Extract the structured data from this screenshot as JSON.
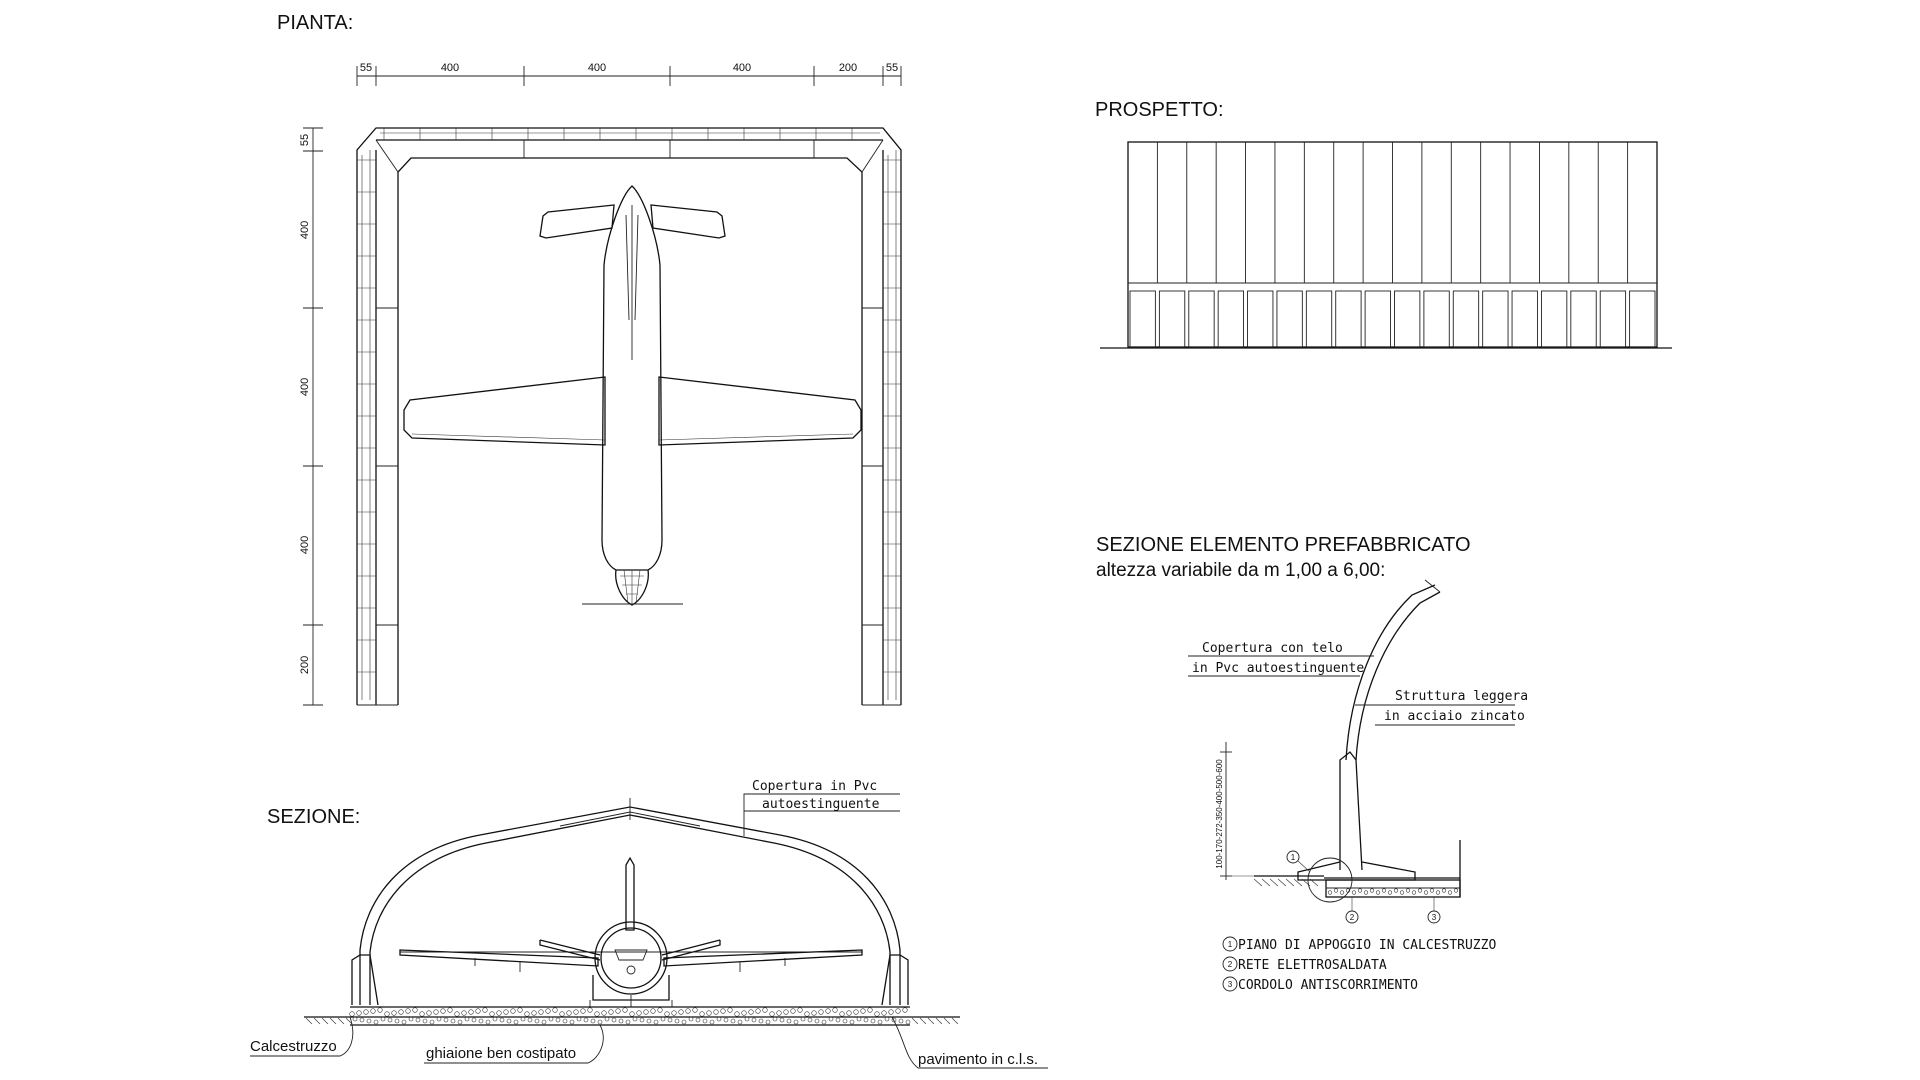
{
  "titles": {
    "pianta": "PIANTA:",
    "prospetto": "PROSPETTO:",
    "sezione": "SEZIONE:",
    "sezione_elemento": "SEZIONE ELEMENTO PREFABBRICATO",
    "sezione_elemento_sub": "altezza variabile da m 1,00 a 6,00:"
  },
  "plan_dims": {
    "top": [
      "55",
      "400",
      "400",
      "400",
      "200",
      "55"
    ],
    "left": [
      "55",
      "400",
      "400",
      "400",
      "200"
    ]
  },
  "section_labels": {
    "copertura_1": "Copertura in Pvc",
    "copertura_2": "autoestinguente",
    "calcestruzzo": "Calcestruzzo",
    "ghiaione": "ghiaione ben costipato",
    "pavimento": "pavimento in c.l.s."
  },
  "element_labels": {
    "copertura_1": "Copertura con telo",
    "copertura_2": "in Pvc autoestinguente",
    "struttura_1": "Struttura leggera",
    "struttura_2": "in acciaio zincato",
    "heights": "100-170-272-350-400-500-600",
    "marker_1": "1",
    "marker_2": "2",
    "marker_3": "3"
  },
  "legend": [
    {
      "num": "1",
      "text": "PIANO DI APPOGGIO IN CALCESTRUZZO"
    },
    {
      "num": "2",
      "text": "RETE ELETTROSALDATA"
    },
    {
      "num": "3",
      "text": "CORDOLO ANTISCORRIMENTO"
    }
  ]
}
